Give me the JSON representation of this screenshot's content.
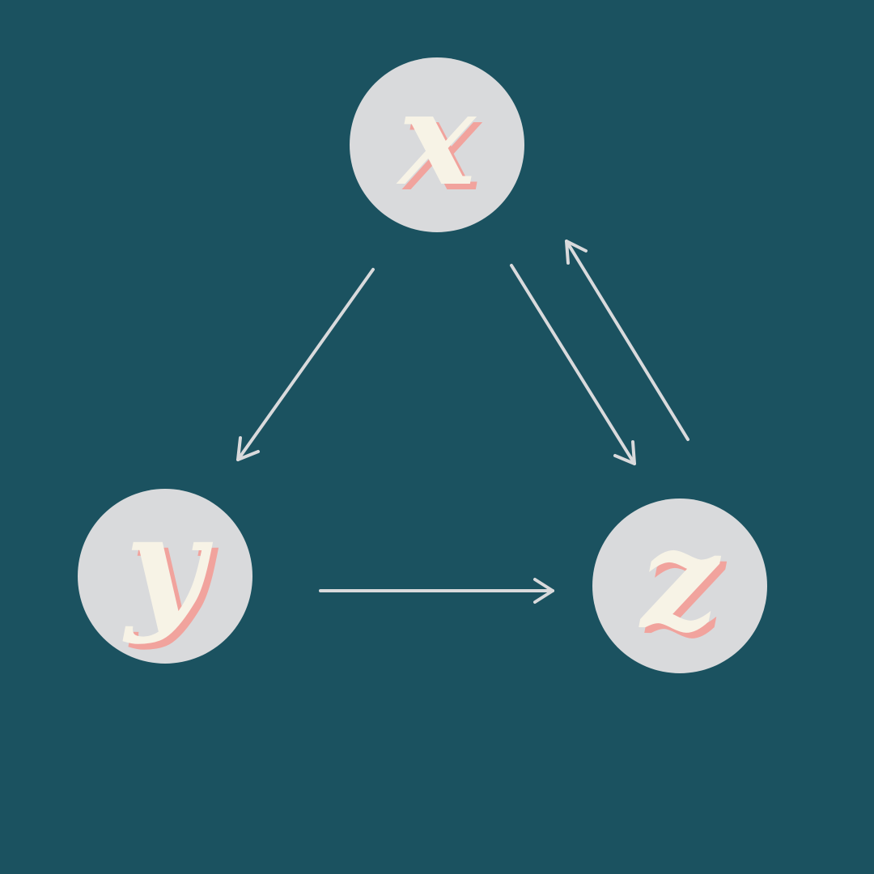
{
  "diagram": {
    "nodes": [
      {
        "id": "x",
        "label": "x"
      },
      {
        "id": "y",
        "label": "y"
      },
      {
        "id": "z",
        "label": "z"
      }
    ],
    "edges": [
      {
        "from": "x",
        "to": "y"
      },
      {
        "from": "x",
        "to": "z"
      },
      {
        "from": "z",
        "to": "x"
      },
      {
        "from": "y",
        "to": "z"
      }
    ]
  },
  "colors": {
    "background": "#1b5260",
    "node_fill": "#d9dadc",
    "letter": "#f7f3e6",
    "letter_shadow": "#f1a39d",
    "arrow": "#d9dadc"
  }
}
